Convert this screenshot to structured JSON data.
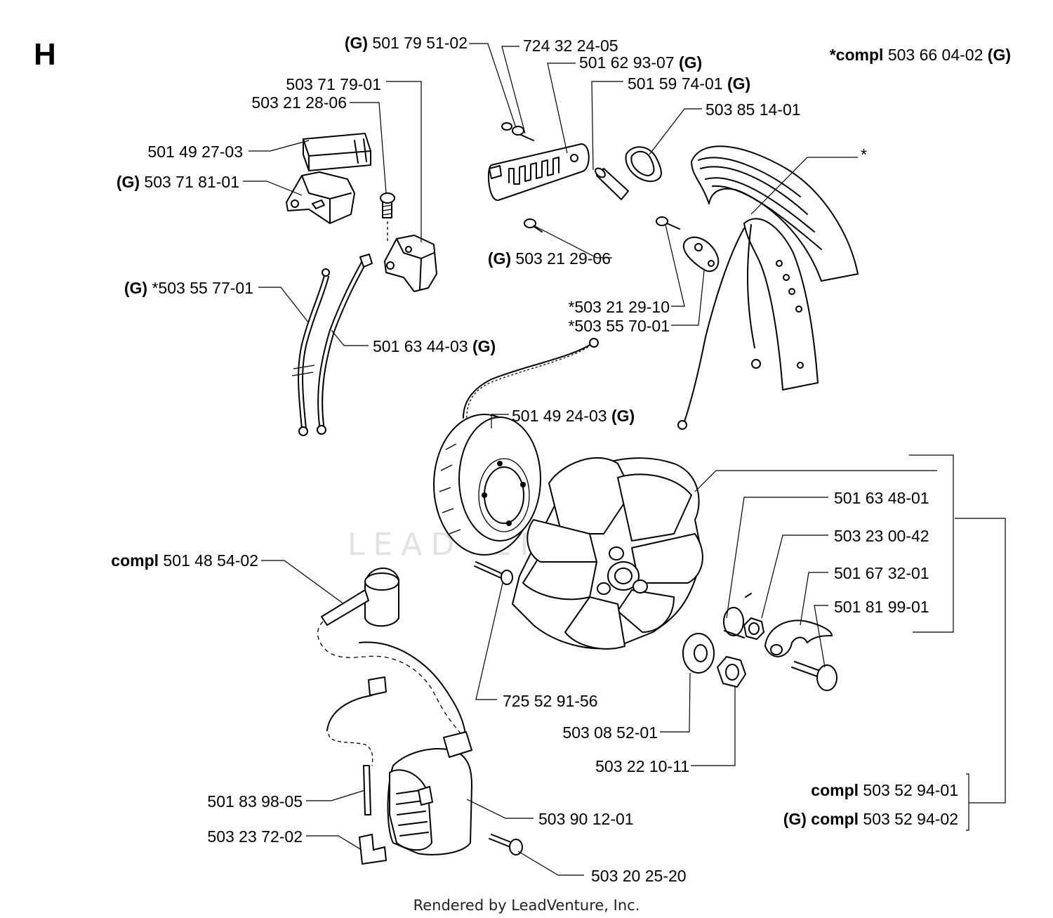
{
  "section_letter": "H",
  "footer": "Rendered by LeadVenture, Inc.",
  "watermark": "LEADVENTURE",
  "labels": {
    "p501795102": {
      "pre": "(G)",
      "num": "501 79 51-02",
      "post": ""
    },
    "p724322405": {
      "pre": "",
      "num": "724 32 24-05",
      "post": ""
    },
    "p501629307": {
      "pre": "",
      "num": "501 62 93-07",
      "post": "(G)"
    },
    "p503660402": {
      "pre": "*compl",
      "num": "503 66 04-02",
      "post": "(G)"
    },
    "p503717901": {
      "pre": "",
      "num": "503 71 79-01",
      "post": ""
    },
    "p501597401": {
      "pre": "",
      "num": "501 59 74-01",
      "post": "(G)"
    },
    "p503212806": {
      "pre": "",
      "num": "503 21 28-06",
      "post": ""
    },
    "p503851401": {
      "pre": "",
      "num": "503 85 14-01",
      "post": ""
    },
    "pstar": {
      "pre": "",
      "num": "*",
      "post": ""
    },
    "p501492703": {
      "pre": "",
      "num": "501 49 27-03",
      "post": ""
    },
    "p503718101": {
      "pre": "(G)",
      "num": "503 71 81-01",
      "post": ""
    },
    "p503212906": {
      "pre": "(G)",
      "num": "503 21 29-06",
      "post": ""
    },
    "p503557701": {
      "pre": "(G)",
      "num": "*503 55 77-01",
      "post": ""
    },
    "p503212910": {
      "pre": "",
      "num": "*503 21 29-10",
      "post": ""
    },
    "p503557001": {
      "pre": "",
      "num": "*503 55 70-01",
      "post": ""
    },
    "p501634403": {
      "pre": "",
      "num": "501 63 44-03",
      "post": "(G)"
    },
    "p501492403": {
      "pre": "",
      "num": "501 49 24-03",
      "post": "(G)"
    },
    "p501634801": {
      "pre": "",
      "num": "501 63 48-01",
      "post": ""
    },
    "p503230042": {
      "pre": "",
      "num": "503 23 00-42",
      "post": ""
    },
    "p501485402": {
      "pre": "compl",
      "num": "501 48 54-02",
      "post": ""
    },
    "p501673201": {
      "pre": "",
      "num": "501 67 32-01",
      "post": ""
    },
    "p501819901": {
      "pre": "",
      "num": "501 81 99-01",
      "post": ""
    },
    "p725529156": {
      "pre": "",
      "num": "725 52 91-56",
      "post": ""
    },
    "p503085201": {
      "pre": "",
      "num": "503 08 52-01",
      "post": ""
    },
    "p503221011": {
      "pre": "",
      "num": "503 22 10-11",
      "post": ""
    },
    "p503529401": {
      "pre": "compl",
      "num": "503 52 94-01",
      "post": ""
    },
    "p503529402": {
      "pre": "(G) compl",
      "num": "503 52 94-02",
      "post": ""
    },
    "p501839805": {
      "pre": "",
      "num": "501 83 98-05",
      "post": ""
    },
    "p503901201": {
      "pre": "",
      "num": "503 90 12-01",
      "post": ""
    },
    "p503237202": {
      "pre": "",
      "num": "503 23 72-02",
      "post": ""
    },
    "p503202520": {
      "pre": "",
      "num": "503 20 25-20",
      "post": ""
    }
  }
}
